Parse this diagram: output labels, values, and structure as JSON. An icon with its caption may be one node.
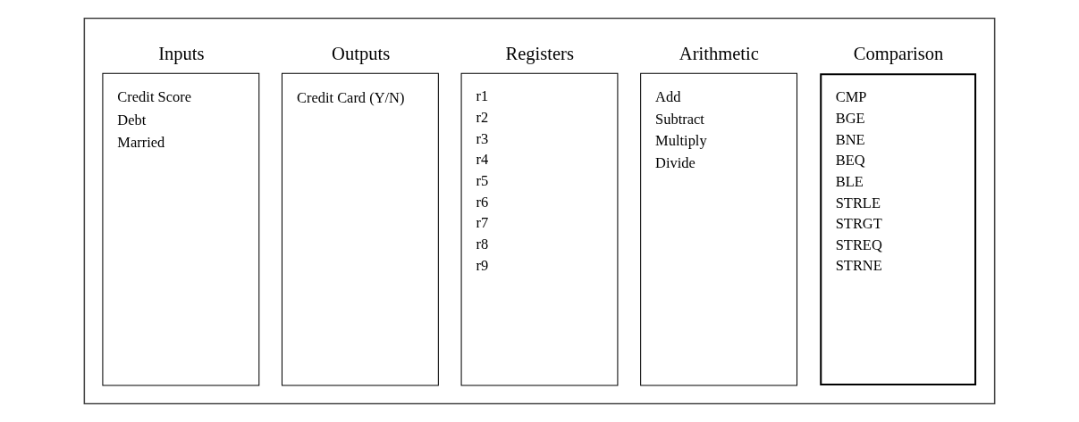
{
  "diagram": {
    "nodes": [
      {
        "text": [],
        "shape": "box"
      },
      {
        "text": [
          "Inputs",
          "Credit Score",
          "Debt",
          "Married"
        ],
        "in": 0
      },
      {
        "text": [
          "Outputs",
          "Credit Card (Y/N)"
        ],
        "in": 0
      },
      {
        "text": [
          "Registers",
          "r1",
          "r2",
          "r3",
          "r4",
          "r5",
          "r6",
          "r7",
          "r8",
          "r9"
        ],
        "in": 0
      },
      {
        "text": [
          "Arithmetic",
          "Add",
          "Subtract",
          "Multiply",
          "Divide"
        ],
        "in": 0
      },
      {
        "text": [
          "Comparison",
          "CMP",
          "BGE",
          "BNE",
          "BEQ",
          "BLE",
          "STRLE",
          "STRGT",
          "STREQ",
          "STRNE"
        ],
        "in": 0
      }
    ],
    "edges": []
  }
}
